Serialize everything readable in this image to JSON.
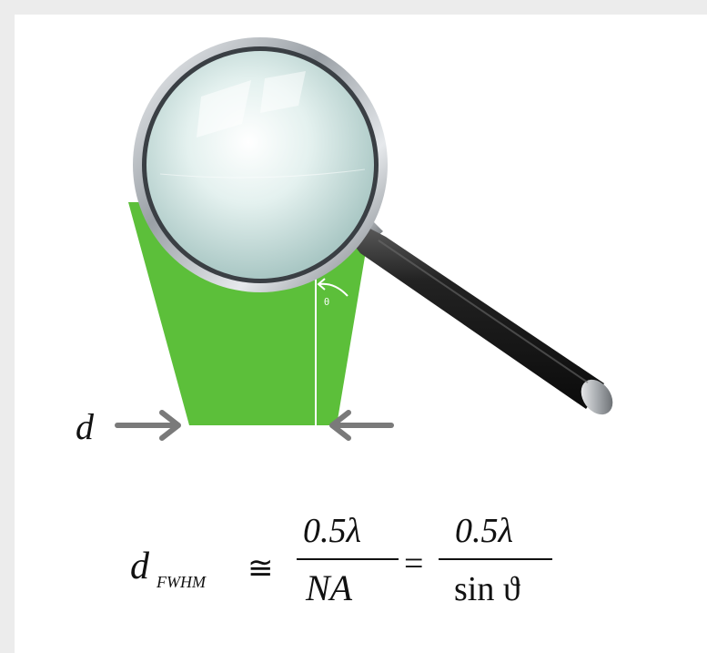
{
  "diagram": {
    "aperture_label": "d",
    "angle_label": "θ",
    "formula": {
      "lhs_symbol": "d",
      "lhs_subscript": "FWHM",
      "approx_sign": "≅",
      "frac1_numerator": "0.5λ",
      "frac1_denominator": "NA",
      "equals_sign": "=",
      "frac2_numerator": "0.5λ",
      "frac2_denominator": "sin ϑ"
    },
    "colors": {
      "cone": "#5cbf3a",
      "arrow": "#7a7a7a",
      "handle": "#1c1c1c",
      "rim": "#c8ccd0",
      "lens": "#d9ece9",
      "background": "#ffffff",
      "border": "#ececec"
    }
  }
}
